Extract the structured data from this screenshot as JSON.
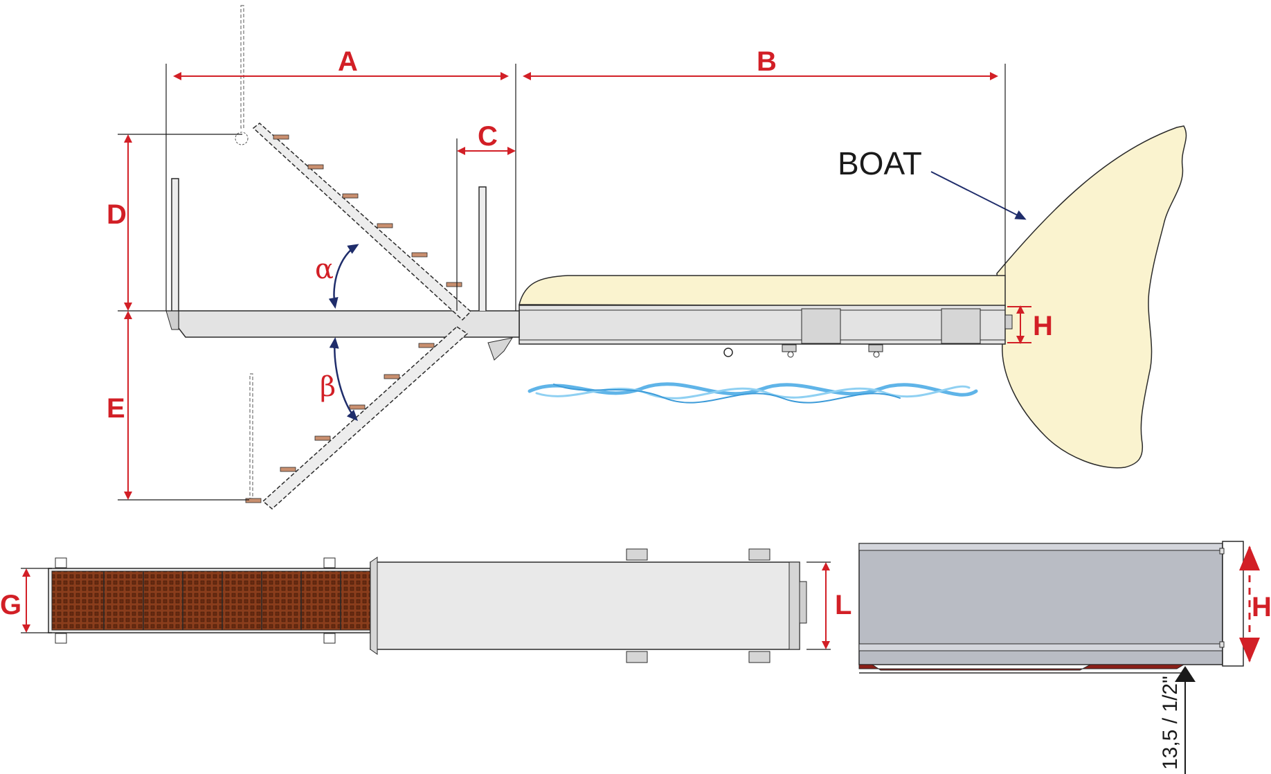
{
  "labels": {
    "A": "A",
    "B": "B",
    "C": "C",
    "D": "D",
    "E": "E",
    "H": "H",
    "G": "G",
    "L": "L",
    "alpha": "α",
    "beta": "β",
    "boat": "BOAT",
    "clearance": "13,5 / 1/2\""
  },
  "colors": {
    "dimension": "#d21f26",
    "angle_arrow": "#1f2d6b",
    "boat_fill": "#faf3cf",
    "metal": "#e3e3e3",
    "metal_dark": "#b9bcc4",
    "wood": "#c98f6f",
    "tread_panel": "#8a3d1c",
    "water": "#5fb4e8"
  }
}
